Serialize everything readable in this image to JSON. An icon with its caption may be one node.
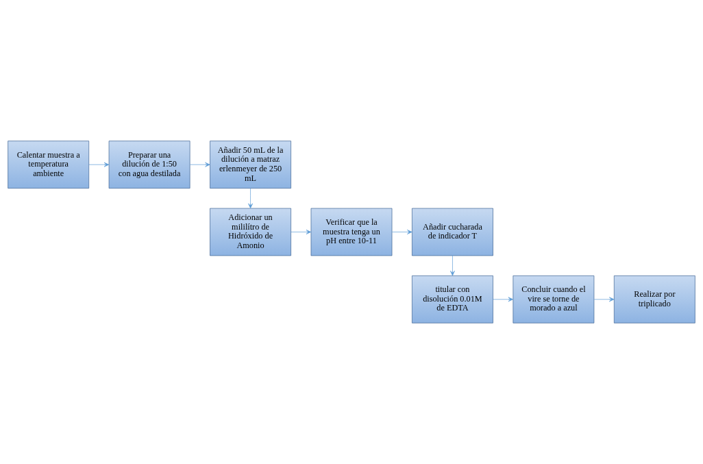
{
  "diagram": {
    "nodes": [
      {
        "text": [
          "Calentar muestra a temperatura ambiente"
        ]
      },
      {
        "text": [
          "Preparar una dilución de 1:50 con agua destilada"
        ]
      },
      {
        "text": [
          "Añadir 50 mL de la dilución a matraz erlenmeyer de 250 mL"
        ]
      },
      {
        "text": [
          "Adicionar un mililítro de Hidróxido de Amonio"
        ]
      },
      {
        "text": [
          "Verificar que la muestra tenga un pH entre 10-11"
        ]
      },
      {
        "text": [
          "Añadir cucharada de indicador T"
        ]
      },
      {
        "text": [
          "titular con disolución 0.01M de EDTA"
        ]
      },
      {
        "text": [
          "Concluir cuando el vire se torne de morado a azul"
        ]
      },
      {
        "text": [
          "Realizar por triplicado"
        ]
      }
    ],
    "edges": [
      {
        "from": 0,
        "to": 1,
        "arrow": "to"
      },
      {
        "from": 1,
        "to": 2,
        "arrow": "to"
      },
      {
        "from": 2,
        "to": 3,
        "arrow": "to"
      },
      {
        "from": 3,
        "to": 4,
        "arrow": "to"
      },
      {
        "from": 4,
        "to": 5,
        "arrow": "to"
      },
      {
        "from": 5,
        "to": 6,
        "arrow": "to"
      },
      {
        "from": 6,
        "to": 7,
        "arrow": "to"
      },
      {
        "from": 7,
        "to": 8,
        "arrow": "to"
      }
    ]
  }
}
